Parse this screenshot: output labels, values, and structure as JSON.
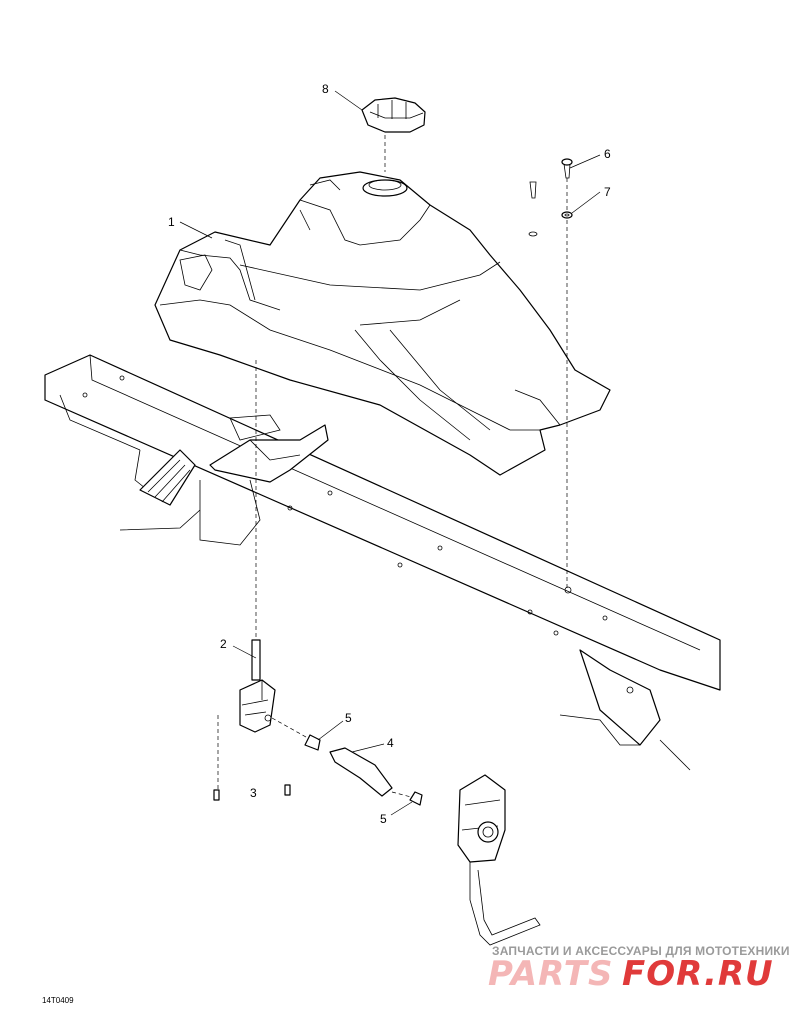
{
  "diagram": {
    "reference_code": "14T0409",
    "callouts": [
      {
        "id": "callout-1",
        "label": "1"
      },
      {
        "id": "callout-2",
        "label": "2"
      },
      {
        "id": "callout-3",
        "label": "3"
      },
      {
        "id": "callout-4",
        "label": "4"
      },
      {
        "id": "callout-5a",
        "label": "5"
      },
      {
        "id": "callout-5b",
        "label": "5"
      },
      {
        "id": "callout-6",
        "label": "6"
      },
      {
        "id": "callout-7",
        "label": "7"
      },
      {
        "id": "callout-8",
        "label": "8"
      }
    ]
  },
  "watermark": {
    "tagline": "ЗАПЧАСТИ И АКСЕССУАРЫ ДЛЯ МОТОТЕХНИКИ",
    "logo_left": "PARTS",
    "logo_right": "FOR.RU",
    "color_light": "#f4b6b6",
    "color_dark": "#e03a3a"
  },
  "icons": {
    "fuel-tank": "fuel-tank-icon",
    "filler-cap": "filler-cap-icon",
    "fuel-valve": "fuel-valve-icon",
    "fuel-hose": "fuel-hose-icon",
    "carburetor": "carburetor-icon",
    "frame": "frame-icon"
  }
}
